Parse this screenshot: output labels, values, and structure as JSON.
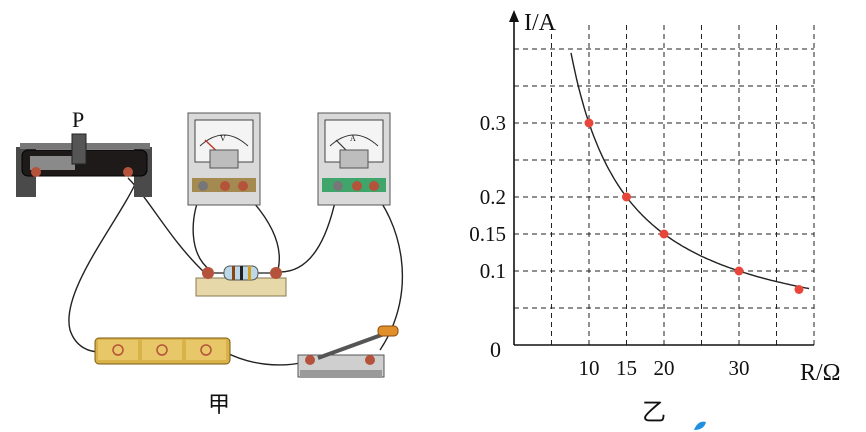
{
  "circuit": {
    "caption": "甲",
    "rheostat_label": "P",
    "voltmeter_letter": "V",
    "ammeter_letter": "A"
  },
  "graph_caption": "乙",
  "chart_data": {
    "type": "line",
    "title": "",
    "xlabel": "R/Ω",
    "ylabel": "I/A",
    "x_tick_labels": [
      "10",
      "15",
      "20",
      "30"
    ],
    "x_ticks": [
      10,
      15,
      20,
      30
    ],
    "y_tick_labels": [
      "0.1",
      "0.15",
      "0.2",
      "0.3"
    ],
    "y_ticks": [
      0.1,
      0.15,
      0.2,
      0.3
    ],
    "origin_label": "0",
    "xlim": [
      0,
      40
    ],
    "ylim": [
      0,
      0.4
    ],
    "grid": true,
    "series": [
      {
        "x": [
          10,
          15,
          20,
          30,
          38
        ],
        "y": [
          0.3,
          0.2,
          0.15,
          0.1,
          0.075
        ]
      }
    ],
    "curve_colors": {
      "line": "#222222",
      "points": "#e8463a"
    }
  }
}
